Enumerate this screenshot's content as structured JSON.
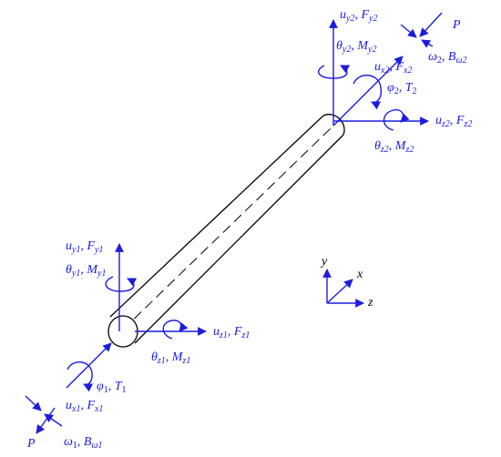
{
  "colors": {
    "load": "#1c1ce0",
    "beam": "#000000",
    "background": "#ffffff"
  },
  "labels": {
    "uy2": {
      "sym": "u",
      "sub": "y2",
      "sym2": "F",
      "sub2": "y2"
    },
    "P_top": {
      "sym": "P"
    },
    "omega2": {
      "sym": "ω",
      "sub": "2",
      "sym2": "B",
      "sub2": "ω2"
    },
    "theta_y2": {
      "sym": "θ",
      "sub": "y2",
      "sym2": "M",
      "sub2": "y2"
    },
    "ux2": {
      "sym": "u",
      "sub": "x2",
      "sym2": "F",
      "sub2": "x2"
    },
    "phi2": {
      "sym": "φ",
      "sub": "2",
      "sym2": "T",
      "sub2": "2"
    },
    "uz2": {
      "sym": "u",
      "sub": "z2",
      "sym2": "F",
      "sub2": "z2"
    },
    "theta_z2": {
      "sym": "θ",
      "sub": "z2",
      "sym2": "M",
      "sub2": "z2"
    },
    "uy1": {
      "sym": "u",
      "sub": "y1",
      "sym2": "F",
      "sub2": "y1"
    },
    "theta_y1": {
      "sym": "θ",
      "sub": "y1",
      "sym2": "M",
      "sub2": "y1"
    },
    "uz1": {
      "sym": "u",
      "sub": "z1",
      "sym2": "F",
      "sub2": "z1"
    },
    "theta_z1": {
      "sym": "θ",
      "sub": "z1",
      "sym2": "M",
      "sub2": "z1"
    },
    "phi1": {
      "sym": "φ",
      "sub": "1",
      "sym2": "T",
      "sub2": "1"
    },
    "ux1": {
      "sym": "u",
      "sub": "x1",
      "sym2": "F",
      "sub2": "x1"
    },
    "P_bottom": {
      "sym": "P"
    },
    "omega1": {
      "sym": "ω",
      "sub": "1",
      "sym2": "B",
      "sub2": "ω1"
    }
  },
  "axes": {
    "y": "y",
    "x": "x",
    "z": "z"
  }
}
